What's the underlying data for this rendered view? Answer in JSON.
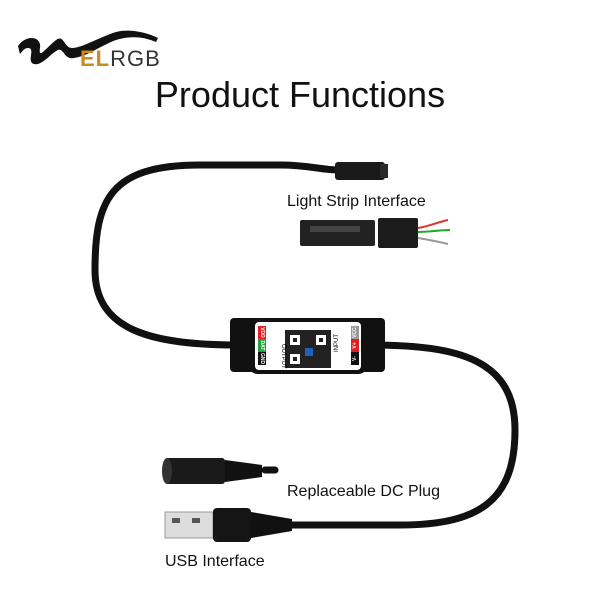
{
  "logo": {
    "brand_highlight": "EL",
    "brand_rest": "RGB"
  },
  "title": "Product Functions",
  "labels": {
    "light_strip": "Light Strip Interface",
    "dc_plug": "Replaceable DC Plug",
    "usb": "USB Interface"
  },
  "device": {
    "output": "OUTPUT",
    "input": "INPUT",
    "output_pins": [
      "VDD",
      "DAT",
      "GND"
    ],
    "input_pins": [
      "VCC",
      "V+",
      "V-"
    ]
  },
  "colors": {
    "brand": "#c98a1e",
    "cable": "#111111",
    "pin_red": "#e02020",
    "pin_green": "#20a040"
  }
}
